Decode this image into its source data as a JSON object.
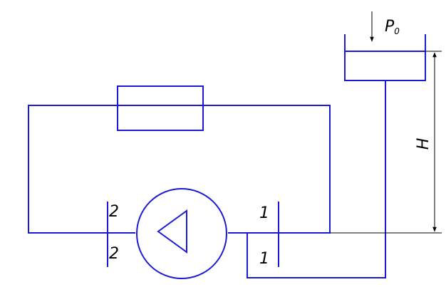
{
  "diagram": {
    "colors": {
      "pipe": "#1a1ad6",
      "dimension": "#000000",
      "background": "#ffffff"
    },
    "labels": {
      "pressure_main": "P",
      "pressure_sub": "0",
      "height": "H",
      "section_2_upper": "2",
      "section_2_lower": "2",
      "section_1_upper": "1",
      "section_1_lower": "1"
    }
  }
}
